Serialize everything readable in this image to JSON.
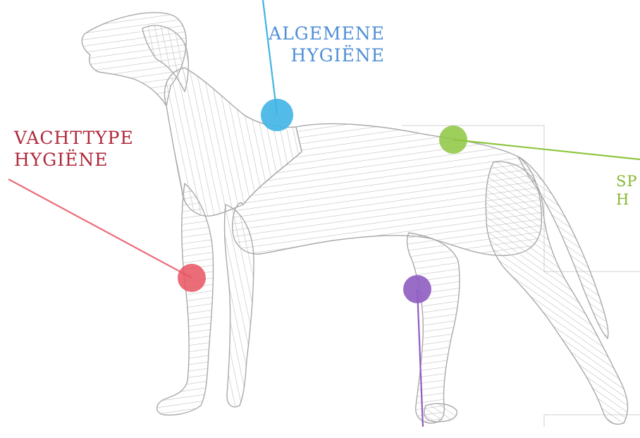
{
  "labels": {
    "algemene": "ALGEMENE\nHYGIËNE",
    "vachttype": "VACHTTYPE\nHYGIËNE",
    "sport_partial": "SP\nH"
  },
  "colors": {
    "algemene": "#3fb4e6",
    "vachttype": "#e8545f",
    "sport": "#8dc63f",
    "purple": "#8e5cc1",
    "dog_stroke": "#b4b4b4"
  }
}
